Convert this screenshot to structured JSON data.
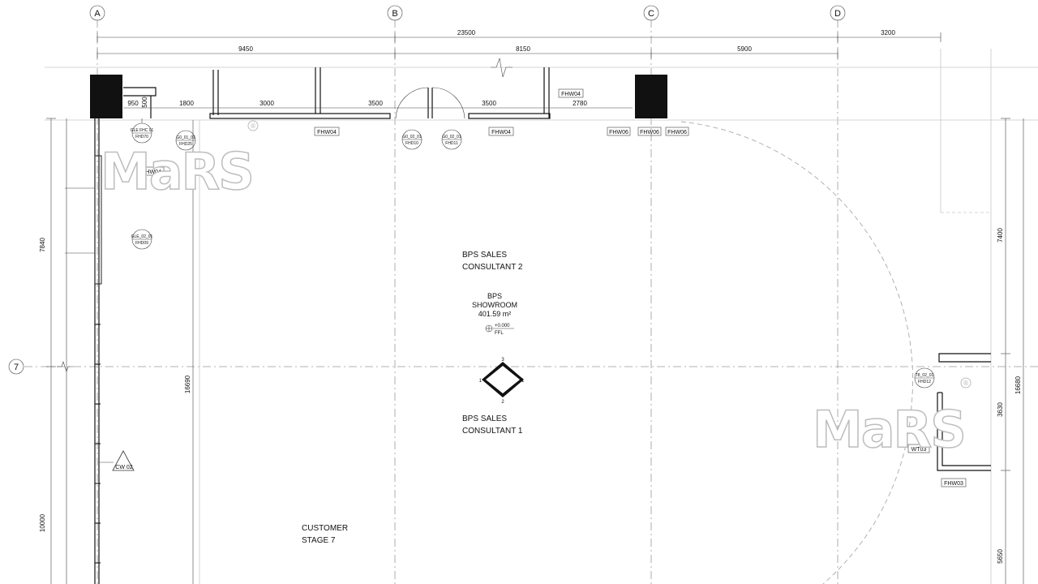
{
  "grid_labels": {
    "columns": [
      "A",
      "B",
      "C",
      "D"
    ],
    "rows": [
      "7"
    ]
  },
  "dimensions": {
    "overall": "23500",
    "right_bay": "3200",
    "bays": [
      "9450",
      "8150",
      "5900"
    ],
    "top_segments": [
      "950",
      "500",
      "1800",
      "3000",
      "3500",
      "3500",
      "2780"
    ],
    "left_vertical": [
      "7840",
      "10000"
    ],
    "inner_vertical": "16690",
    "right_vertical": [
      "7400",
      "16680",
      "3630",
      "5650"
    ]
  },
  "wall_tags": {
    "fhw04": "FHW04",
    "fhw06": "FHW06",
    "fhw03": "FHW03",
    "wt03": "WT03",
    "cw02": "CW 02"
  },
  "door_tags": {
    "d1_top": "GLE FHC 01",
    "d1_bot": "FHD70",
    "d2_top": "G0_01_01",
    "d2_bot": "FHD25",
    "d3_top": "GLE_02_01",
    "d3_bot": "FHD09",
    "d4_top": "G0_02_01",
    "d4_bot": "FHD10",
    "d5_top": "G0_02_01",
    "d5_bot": "FHD11",
    "d6_top": "T8_02_01",
    "d6_bot": "FHD12"
  },
  "rooms": {
    "consultant2_l1": "BPS SALES",
    "consultant2_l2": "CONSULTANT 2",
    "showroom_l1": "BPS",
    "showroom_l2": "SHOWROOM",
    "showroom_area": "401.59 m²",
    "level_value": "+0.000",
    "level_ref": "FFL",
    "consultant1_l1": "BPS SALES",
    "consultant1_l2": "CONSULTANT 1",
    "stage_l1": "CUSTOMER",
    "stage_l2": "STAGE 7"
  },
  "section_marks": {
    "top": "3",
    "left": "1",
    "right": "1",
    "bottom": "2"
  },
  "watermark": {
    "text": "MaRS",
    "reg": "®"
  },
  "colors": {
    "wall": "#111111",
    "grid": "#9a9a9a",
    "watermark": "#bdbdbd"
  }
}
